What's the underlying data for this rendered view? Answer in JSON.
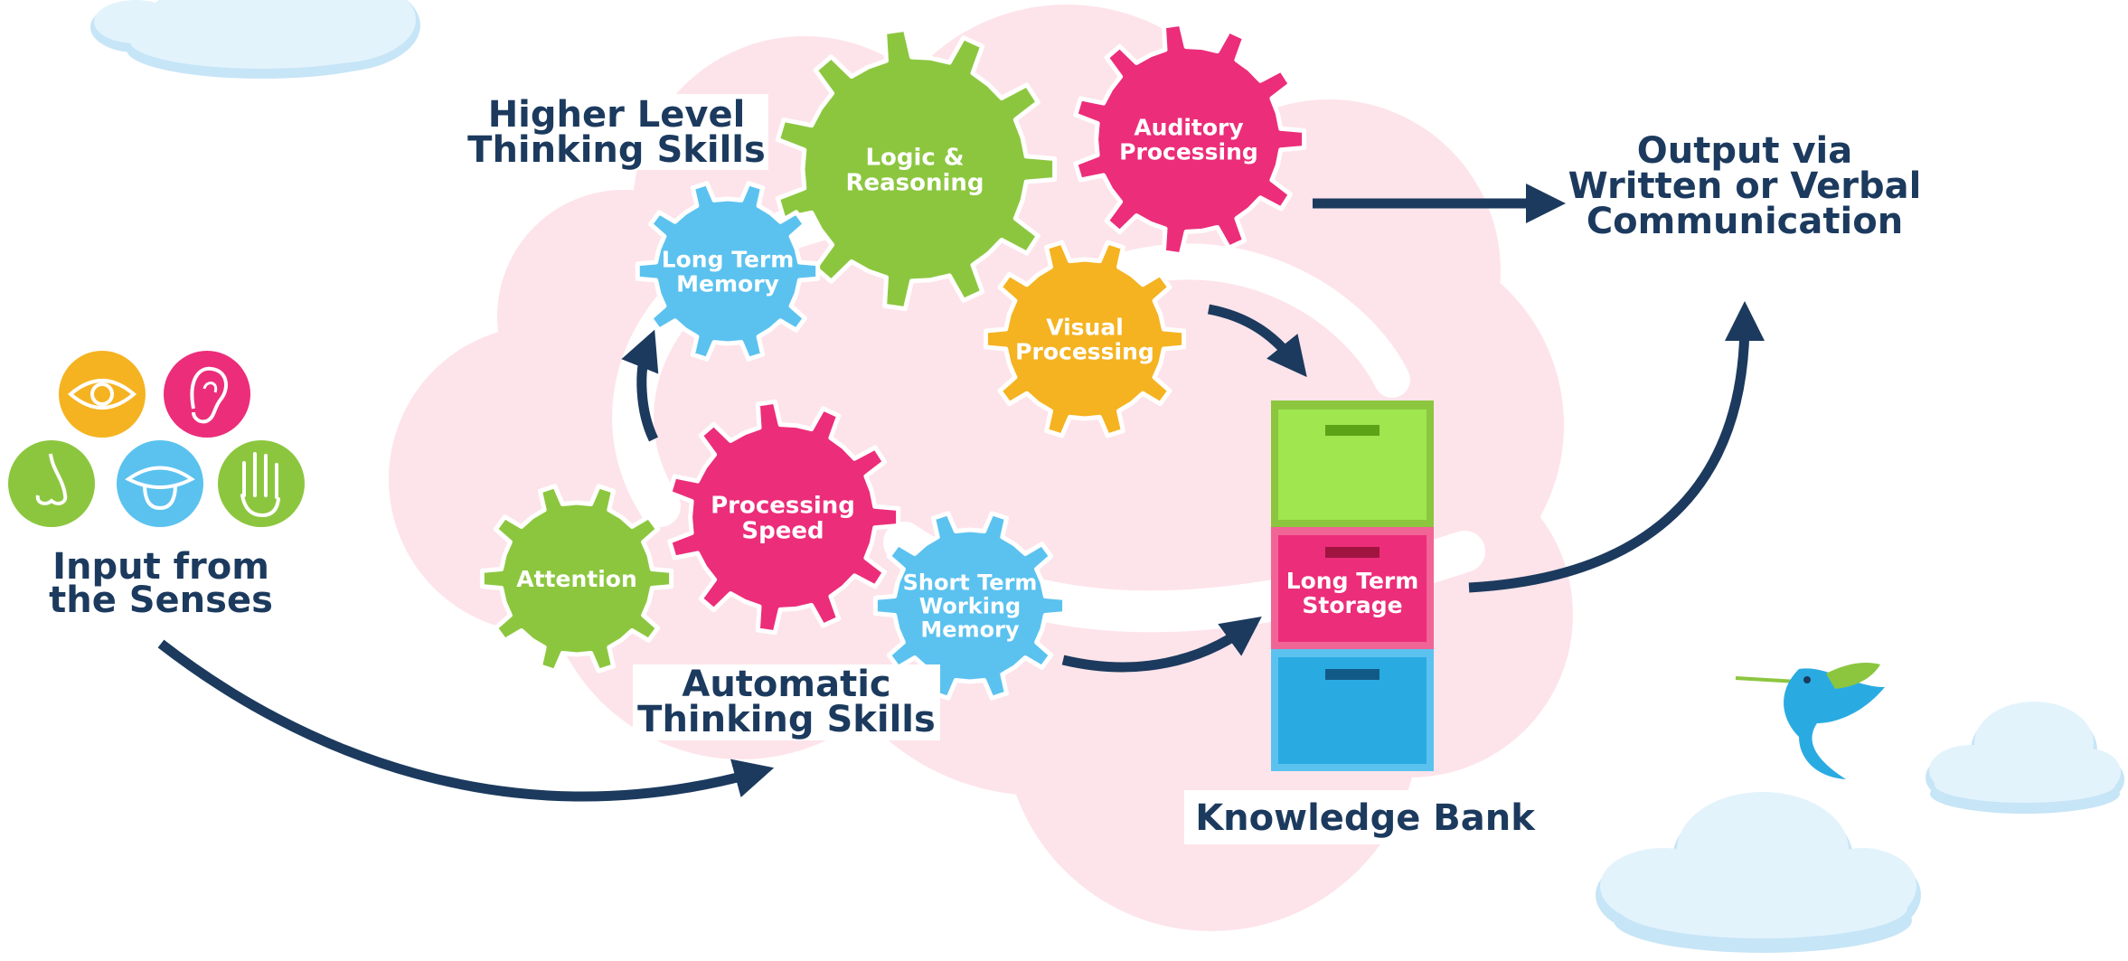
{
  "colors": {
    "navy": "#1c3a5e",
    "green": "#8cc63f",
    "pink": "#ec2d7a",
    "blue": "#5bc2ef",
    "orange": "#f5b321",
    "cloud_pink": "#fde4ea",
    "sky_cloud": "#e3f3fc",
    "sky_cloud_edge": "#c6e5f7",
    "drawer_green": "#9fe64f",
    "drawer_pink": "#ec2d7a",
    "drawer_blue": "#29abe2"
  },
  "senses": {
    "title_line1": "Input from",
    "title_line2": "the Senses",
    "icons": [
      {
        "name": "eye-icon",
        "color": "#f5b321"
      },
      {
        "name": "ear-icon",
        "color": "#ec2d7a"
      },
      {
        "name": "nose-icon",
        "color": "#8cc63f"
      },
      {
        "name": "tongue-icon",
        "color": "#5bc2ef"
      },
      {
        "name": "hand-icon",
        "color": "#8cc63f"
      }
    ]
  },
  "headings": {
    "higher_line1": "Higher Level",
    "higher_line2": "Thinking Skills",
    "automatic_line1": "Automatic",
    "automatic_line2": "Thinking Skills",
    "output_line1": "Output via",
    "output_line2": "Written or Verbal",
    "output_line3": "Communication",
    "knowledge_bank": "Knowledge Bank"
  },
  "gears": {
    "logic": {
      "line1": "Logic &",
      "line2": "Reasoning",
      "color": "#8cc63f"
    },
    "auditory": {
      "line1": "Auditory",
      "line2": "Processing",
      "color": "#ec2d7a"
    },
    "long_term_memory": {
      "line1": "Long Term",
      "line2": "Memory",
      "color": "#5bc2ef"
    },
    "visual": {
      "line1": "Visual",
      "line2": "Processing",
      "color": "#f5b321"
    },
    "processing_speed": {
      "line1": "Processing",
      "line2": "Speed",
      "color": "#ec2d7a"
    },
    "attention": {
      "line1": "Attention",
      "color": "#8cc63f"
    },
    "short_term": {
      "line1": "Short Term",
      "line2": "Working",
      "line3": "Memory",
      "color": "#5bc2ef"
    }
  },
  "cabinet": {
    "middle_line1": "Long Term",
    "middle_line2": "Storage"
  }
}
